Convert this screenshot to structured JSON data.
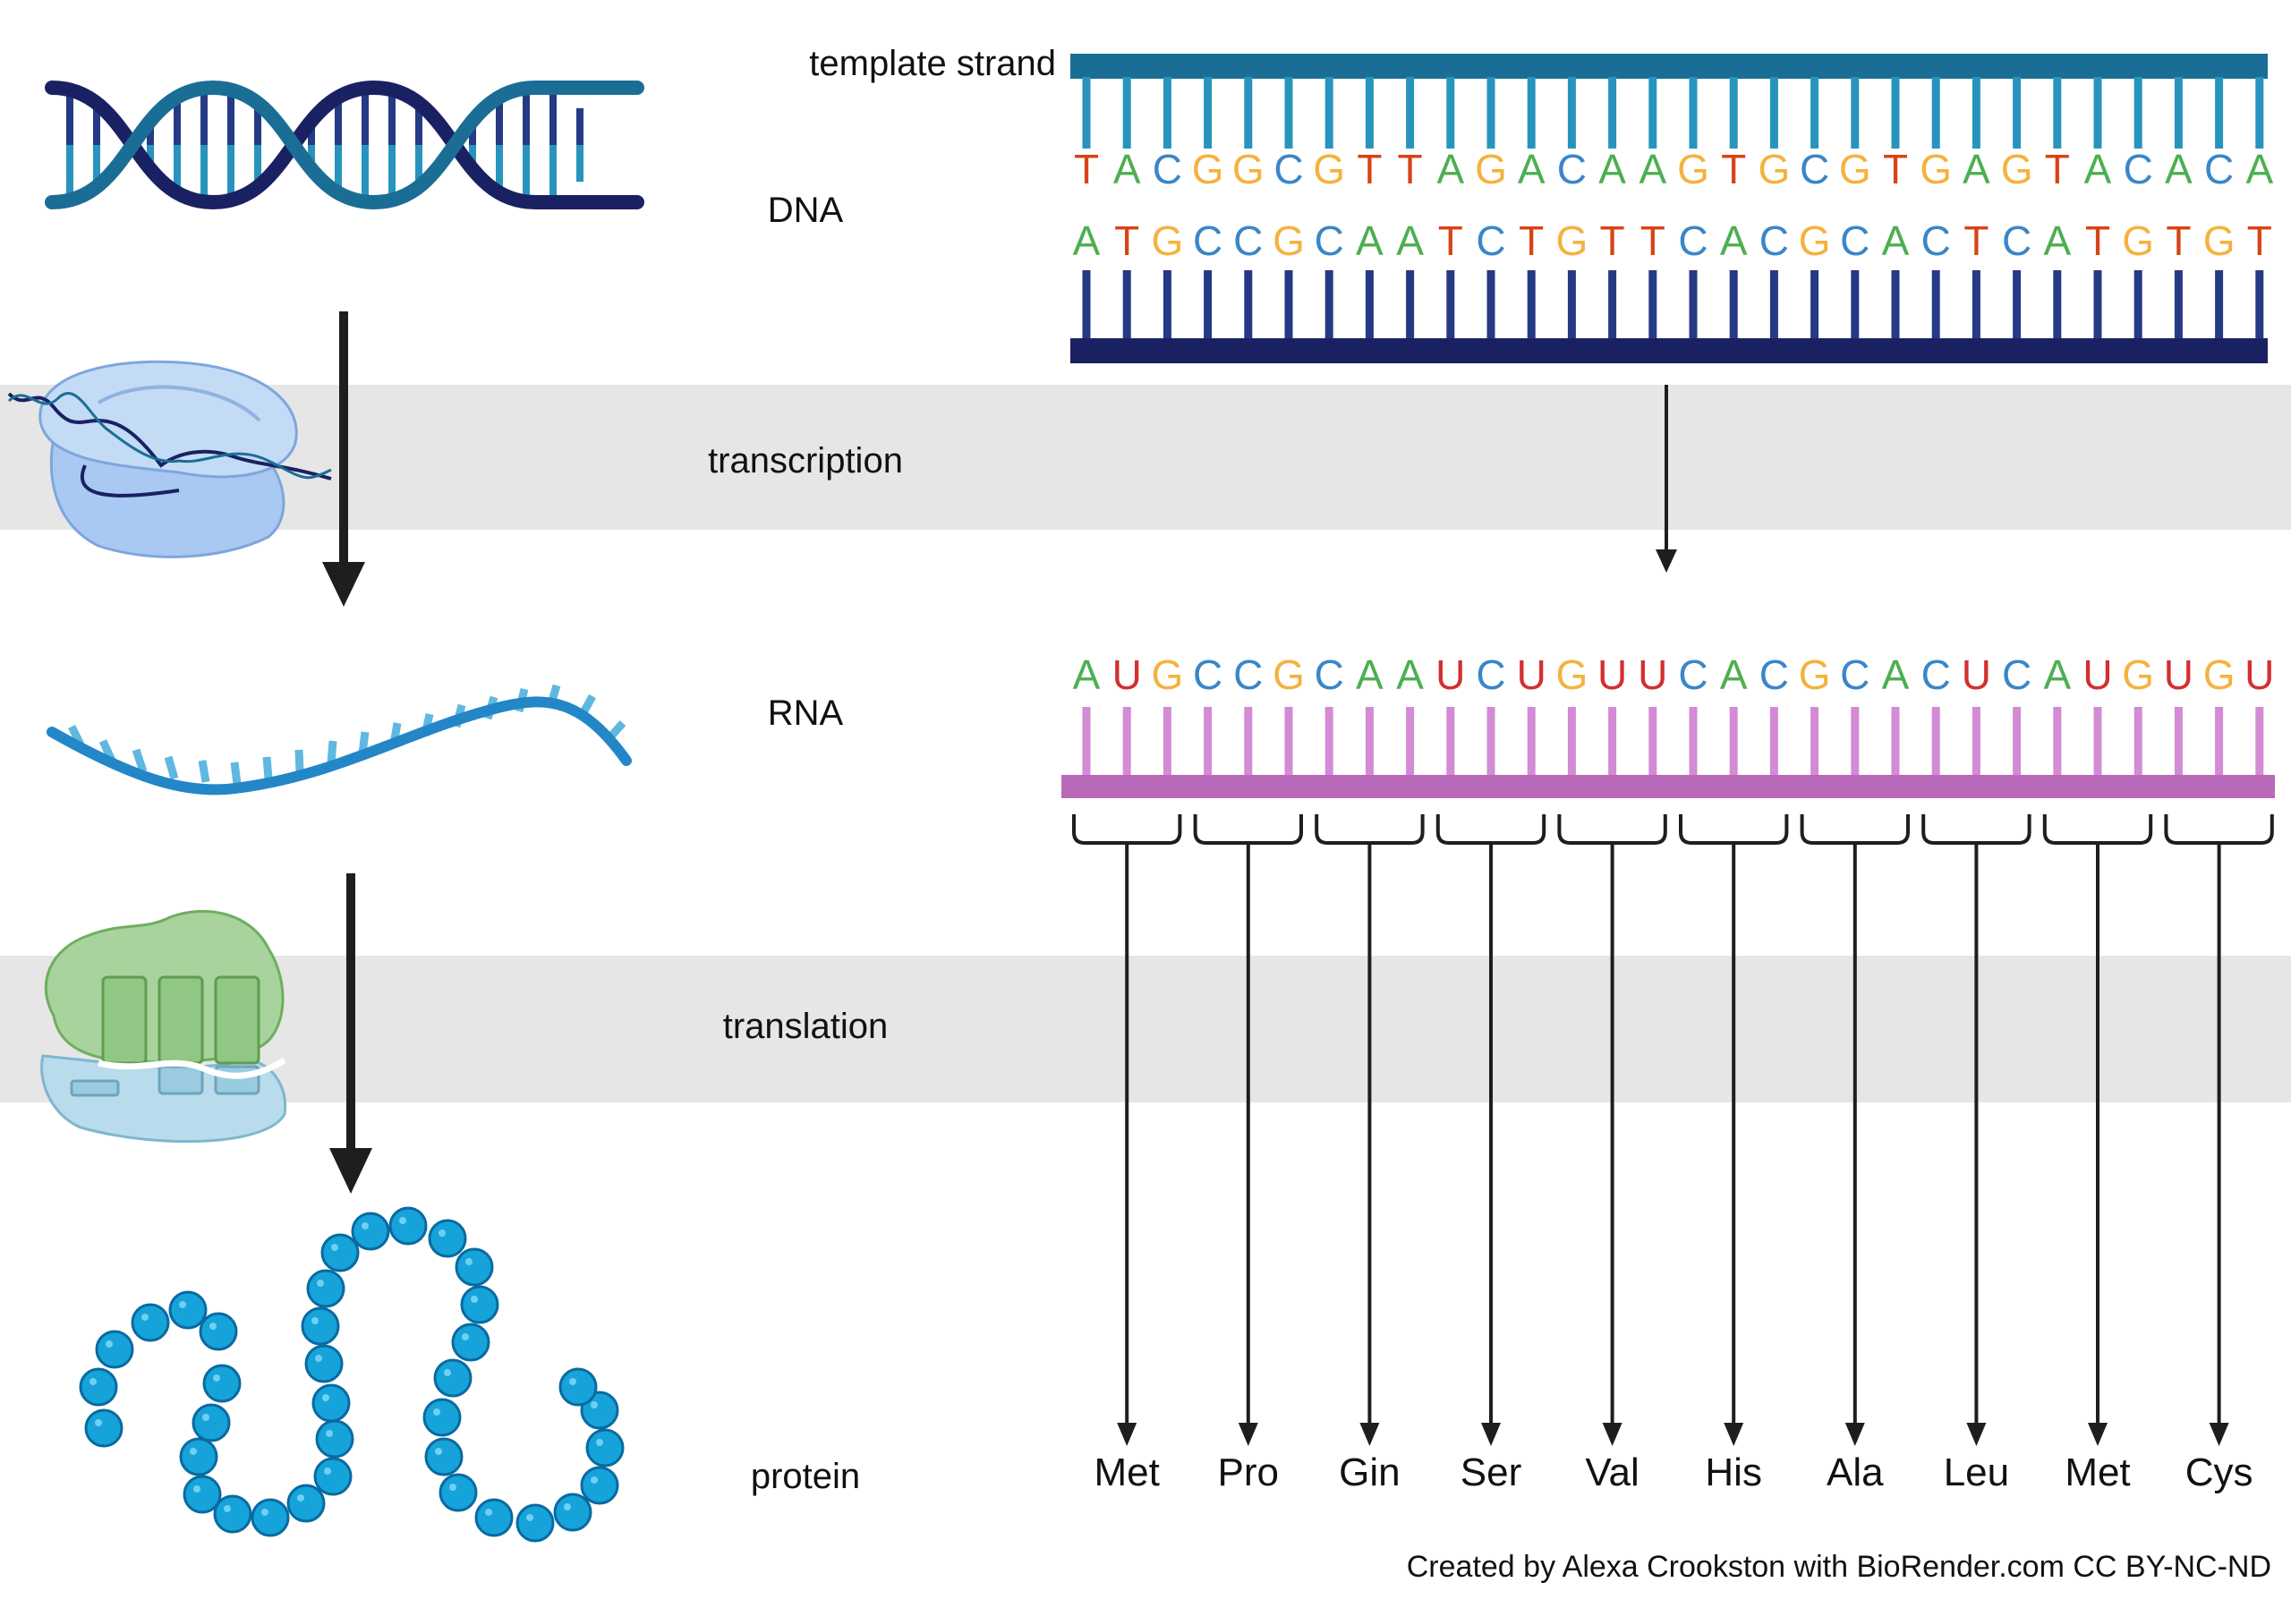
{
  "labels": {
    "template_strand": "template strand",
    "dna": "DNA",
    "transcription": "transcription",
    "rna": "RNA",
    "translation": "translation",
    "protein": "protein",
    "credit": "Created by Alexa Crookston with BioRender.com CC BY-NC-ND"
  },
  "template_sequence": [
    "T",
    "A",
    "C",
    "G",
    "G",
    "C",
    "G",
    "T",
    "T",
    "A",
    "G",
    "A",
    "C",
    "A",
    "A",
    "G",
    "T",
    "G",
    "C",
    "G",
    "T",
    "G",
    "A",
    "G",
    "T",
    "A",
    "C",
    "A",
    "C",
    "A"
  ],
  "coding_sequence": [
    "A",
    "T",
    "G",
    "C",
    "C",
    "G",
    "C",
    "A",
    "A",
    "T",
    "C",
    "T",
    "G",
    "T",
    "T",
    "C",
    "A",
    "C",
    "G",
    "C",
    "A",
    "C",
    "T",
    "C",
    "A",
    "T",
    "G",
    "T",
    "G",
    "T"
  ],
  "rna_sequence": [
    "A",
    "U",
    "G",
    "C",
    "C",
    "G",
    "C",
    "A",
    "A",
    "U",
    "C",
    "U",
    "G",
    "U",
    "U",
    "C",
    "A",
    "C",
    "G",
    "C",
    "A",
    "C",
    "U",
    "C",
    "A",
    "U",
    "G",
    "U",
    "G",
    "U"
  ],
  "amino_acids": [
    "Met",
    "Pro",
    "Gin",
    "Ser",
    "Val",
    "His",
    "Ala",
    "Leu",
    "Met",
    "Cys"
  ],
  "colors": {
    "A": "#4caf50",
    "T": "#d84315",
    "U": "#d32f2f",
    "G": "#f4b23e",
    "C": "#3a86c8",
    "template_backbone": "#1a6e96",
    "template_teeth": "#2894bd",
    "coding_backbone": "#1a2163",
    "coding_teeth": "#253a85",
    "rna_backbone": "#b769b8",
    "rna_teeth": "#d28bd4",
    "band": "#e6e6e6",
    "arrow": "#1e1e1e"
  }
}
